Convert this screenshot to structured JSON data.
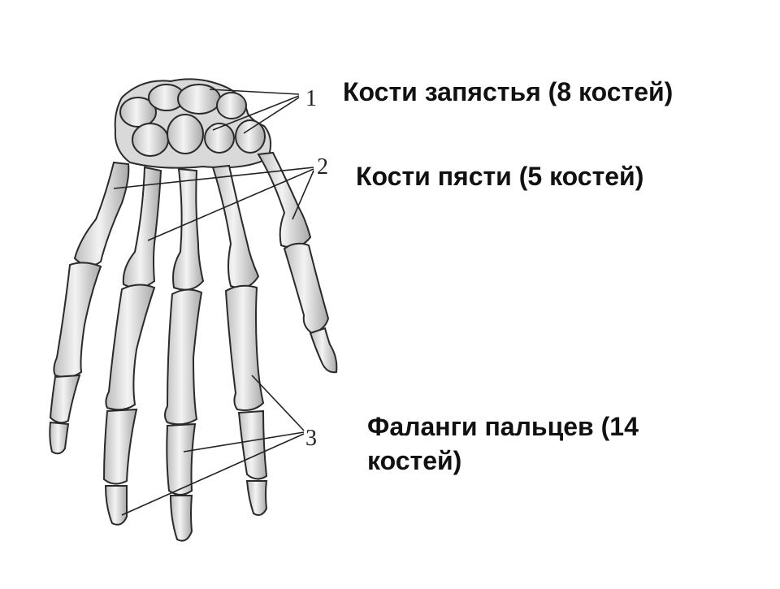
{
  "captions": {
    "carpal": "Кости запястья (8 костей)",
    "metacarpal": "Кости пясти (5 костей)",
    "phalanges": "Фаланги пальцев (14 костей)"
  },
  "markers": {
    "one": "1",
    "two": "2",
    "three": "3"
  },
  "colors": {
    "bone_fill": "#ececec",
    "bone_stroke": "#2a2a2a",
    "text": "#111111"
  }
}
